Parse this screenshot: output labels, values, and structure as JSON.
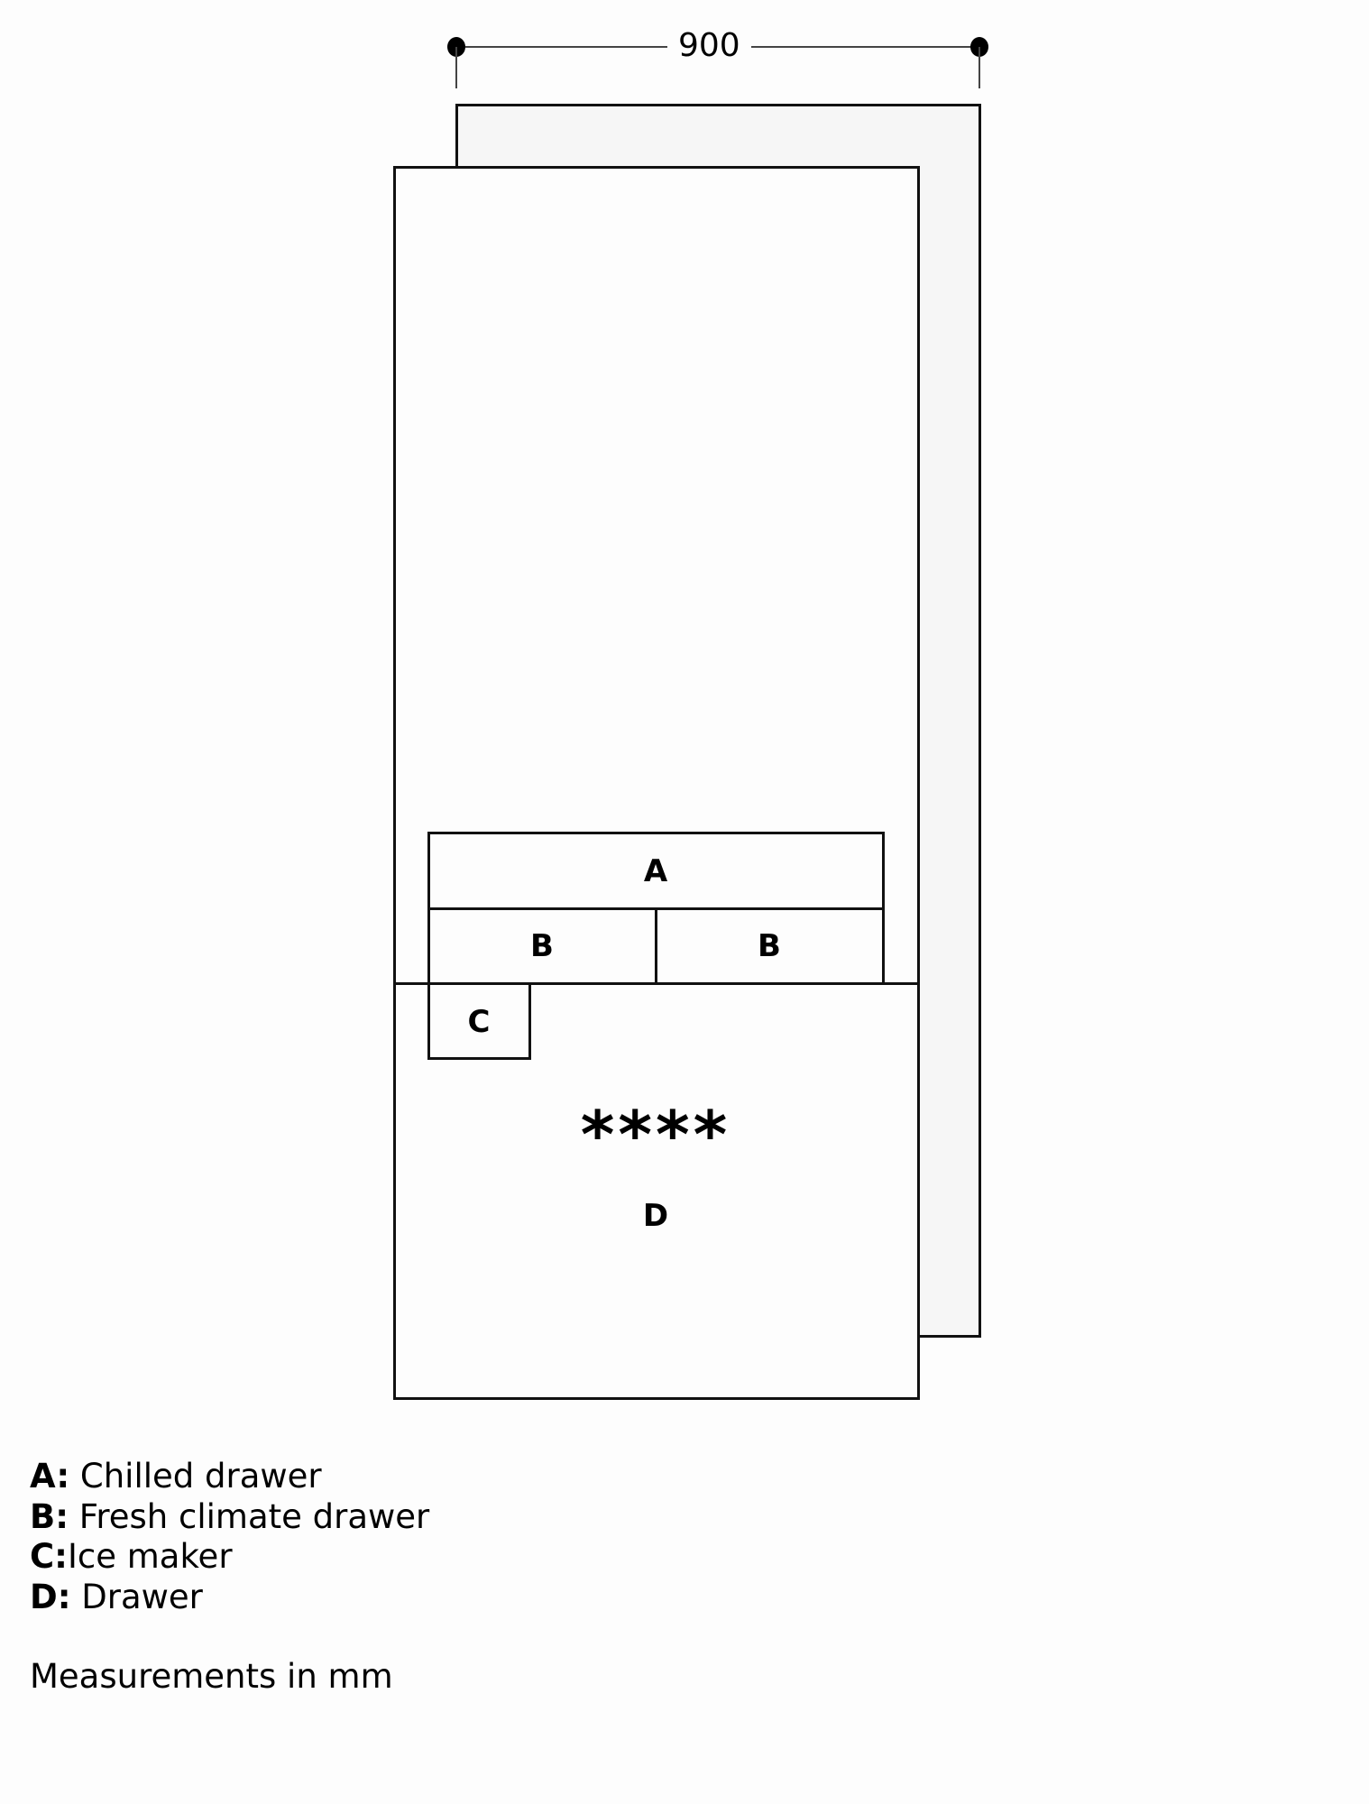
{
  "dimension": {
    "width_label": "900"
  },
  "zones": {
    "A": "A",
    "B_left": "B",
    "B_right": "B",
    "C": "C",
    "D": "D",
    "stars": "****"
  },
  "legend": {
    "items": [
      {
        "key": "A:",
        "label": "Chilled drawer"
      },
      {
        "key": "B:",
        "label": "Fresh climate drawer"
      },
      {
        "key": "C:",
        "label": "Ice maker"
      },
      {
        "key": "D:",
        "label": "Drawer"
      }
    ],
    "note": "Measurements in mm"
  },
  "colors": {
    "line": "#111111",
    "back_panel": "#f6f6f6",
    "background": "#fdfdfd"
  }
}
